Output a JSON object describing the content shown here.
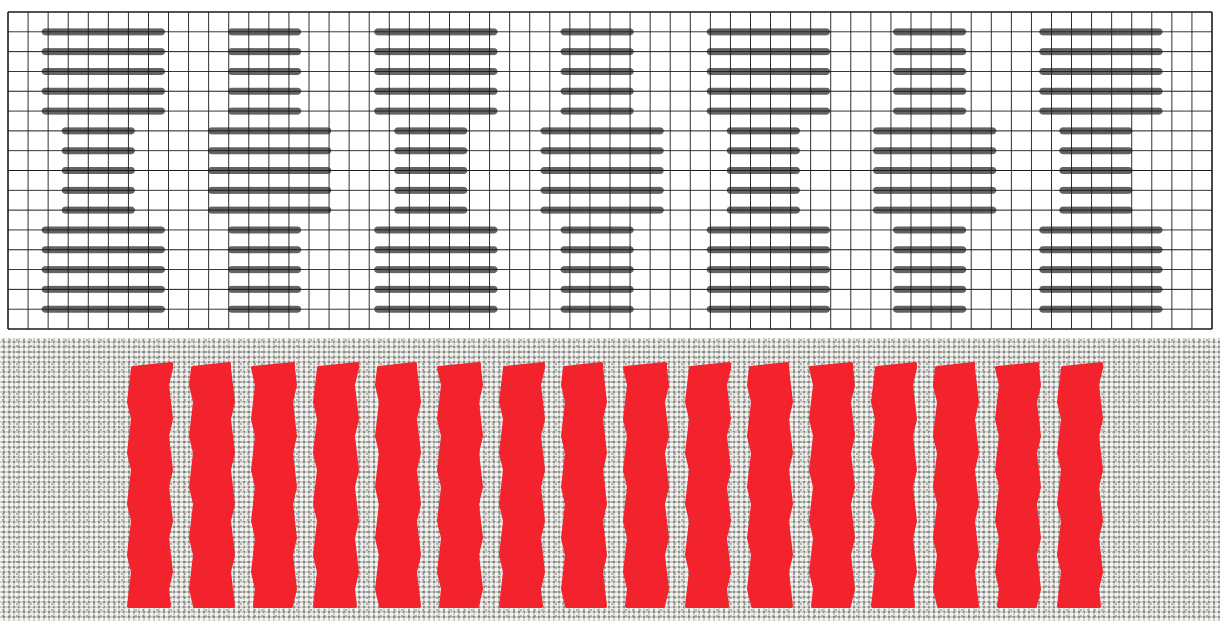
{
  "stitch_chart": {
    "columns": 60,
    "rows": 16,
    "stitch_color": "#636363",
    "grid_color": "#1a1a1a",
    "pattern": {
      "group_count": 7,
      "lane_count": 3,
      "lane_span_cols": 9,
      "narrow_start_col": 2,
      "narrow_cols": 3,
      "wide_cols": 5,
      "group_wide_lanes": [
        [
          1,
          0,
          2
        ],
        [
          0,
          1,
          0
        ],
        [
          1,
          0,
          2
        ],
        [
          0,
          1,
          0
        ],
        [
          1,
          0,
          2
        ],
        [
          0,
          1,
          0
        ],
        [
          1,
          0,
          2
        ]
      ]
    }
  },
  "embroidery_photo": {
    "fabric_color": "#d8d8d4",
    "thread_color": "#f3232d",
    "column_count": 16
  }
}
